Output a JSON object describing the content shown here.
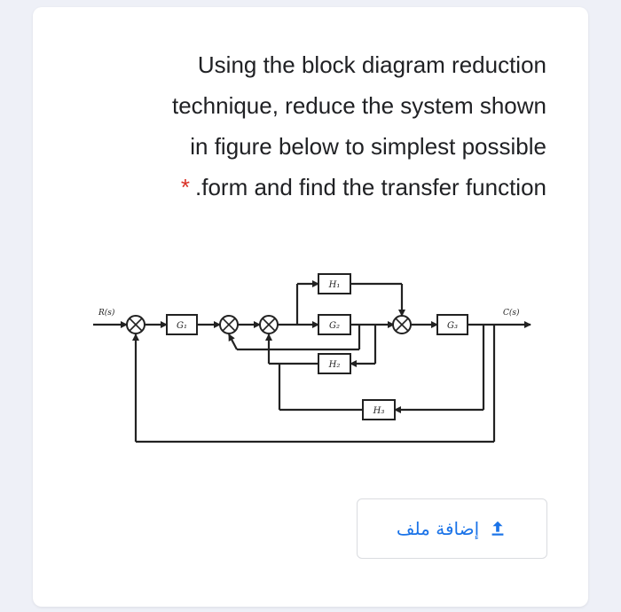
{
  "question": {
    "lines": [
      "Using the block diagram reduction",
      "technique, reduce the system shown",
      "in figure below to simplest possible",
      ".form and find the transfer function"
    ],
    "required_marker": "*"
  },
  "diagram": {
    "input_label": "R(s)",
    "output_label": "C(s)",
    "blocks": {
      "g1": "G₁",
      "g2": "G₂",
      "g3": "G₃",
      "h1": "H₁",
      "h2": "H₂",
      "h3": "H₃"
    }
  },
  "upload": {
    "label": "إضافة ملف",
    "icon": "upload-icon"
  },
  "colors": {
    "required": "#d93025",
    "accent": "#1a73e8"
  }
}
